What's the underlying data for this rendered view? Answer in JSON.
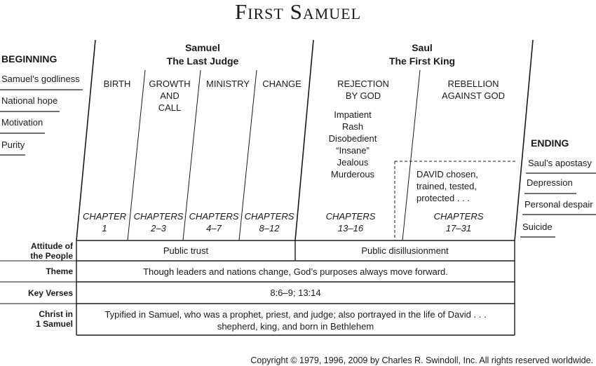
{
  "title": "First Samuel",
  "beginning": {
    "heading": "BEGINNING",
    "items": [
      "Samuel’s godliness",
      "National hope",
      "Motivation",
      "Purity"
    ]
  },
  "ending": {
    "heading": "ENDING",
    "items": [
      "Saul’s apostasy",
      "Depression",
      "Personal despair",
      "Suicide"
    ]
  },
  "sections": [
    {
      "name": "Samuel",
      "subtitle": "The Last Judge"
    },
    {
      "name": "Saul",
      "subtitle": "The First King"
    }
  ],
  "columns": [
    {
      "label": "BIRTH",
      "chapter_label": "CHAPTER",
      "chapters": "1"
    },
    {
      "label": "GROWTH\nAND\nCALL",
      "chapter_label": "CHAPTERS",
      "chapters": "2–3"
    },
    {
      "label": "MINISTRY",
      "chapter_label": "CHAPTERS",
      "chapters": "4–7"
    },
    {
      "label": "CHANGE",
      "chapter_label": "CHAPTERS",
      "chapters": "8–12"
    },
    {
      "label": "REJECTION\nBY GOD",
      "chapter_label": "CHAPTERS",
      "chapters": "13–16"
    },
    {
      "label": "REBELLION\nAGAINST GOD",
      "chapter_label": "CHAPTERS",
      "chapters": "17–31"
    }
  ],
  "saul_traits": "Impatient\nRash\nDisobedient\n“Insane”\nJealous\nMurderous",
  "david_note": "DAVID chosen,\ntrained, tested,\nprotected . . .",
  "rows": {
    "attitude": {
      "label": "Attitude of\nthe People",
      "left": "Public trust",
      "right": "Public disillusionment"
    },
    "theme": {
      "label": "Theme",
      "value": "Though leaders and nations change, God’s purposes always move forward."
    },
    "key_verses": {
      "label": "Key Verses",
      "value": "8:6–9; 13:14"
    },
    "christ": {
      "label": "Christ in\n1 Samuel",
      "value": "Typified in Samuel, who was a prophet, priest, and judge; also portrayed in the life of David . . .\nshepherd, king, and born in Bethlehem"
    }
  },
  "copyright": "Copyright © 1979, 1996, 2009 by Charles R. Swindoll, Inc. All rights reserved worldwide."
}
